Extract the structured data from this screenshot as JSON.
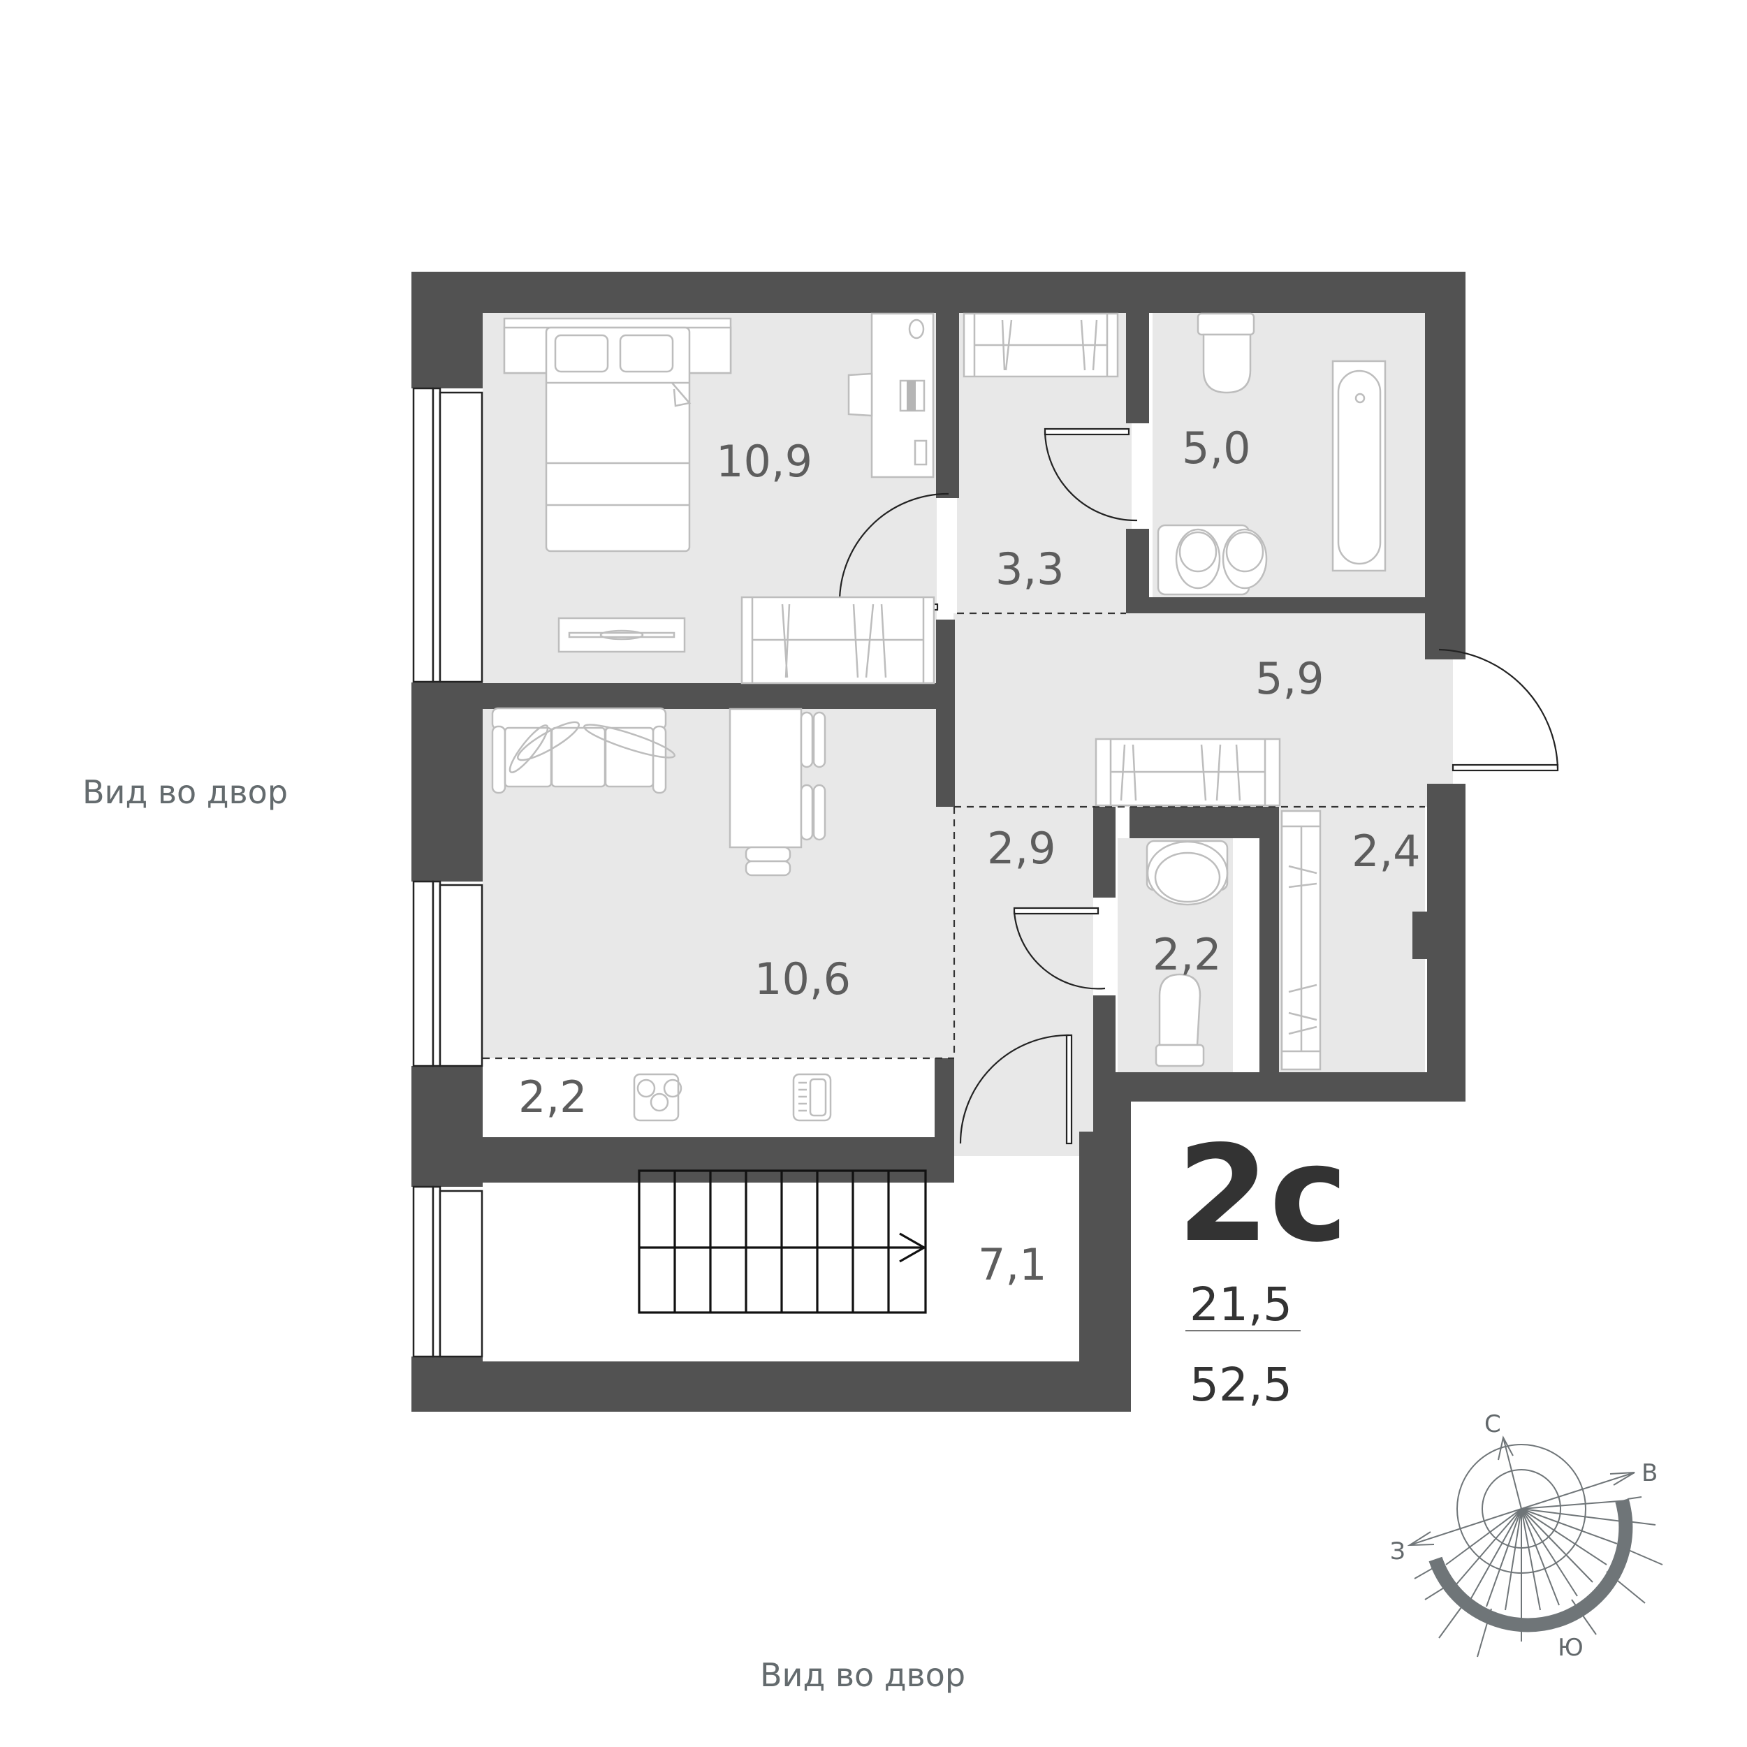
{
  "plan": {
    "apartment_type": "2с",
    "living_area": "21,5",
    "total_area": "52,5",
    "view_labels": {
      "left": "Вид во двор",
      "bottom": "Вид во двор"
    },
    "rooms": [
      {
        "id": "bedroom",
        "name": "bedroom",
        "area": "10,9"
      },
      {
        "id": "corridor-upper",
        "name": "corridor",
        "area": "3,3"
      },
      {
        "id": "bathroom",
        "name": "bathroom",
        "area": "5,0"
      },
      {
        "id": "hall",
        "name": "hallway",
        "area": "5,9"
      },
      {
        "id": "corridor-lower",
        "name": "corridor",
        "area": "2,9"
      },
      {
        "id": "wc",
        "name": "toilet",
        "area": "2,2"
      },
      {
        "id": "wardrobe",
        "name": "wardrobe",
        "area": "2,4"
      },
      {
        "id": "living",
        "name": "living-room",
        "area": "10,6"
      },
      {
        "id": "kitchen",
        "name": "kitchen-niche",
        "area": "2,2"
      },
      {
        "id": "stair-hall",
        "name": "staircase",
        "area": "7,1"
      }
    ],
    "compass": {
      "north": "С",
      "east": "В",
      "west": "З",
      "south": "Ю"
    }
  },
  "colors": {
    "wall": "#525252",
    "floor": "#e8e8e8",
    "furniture_stroke": "#bdbdbd",
    "label_text": "#5d5d5d",
    "view_text": "#646b6e",
    "title_text": "#333333"
  }
}
